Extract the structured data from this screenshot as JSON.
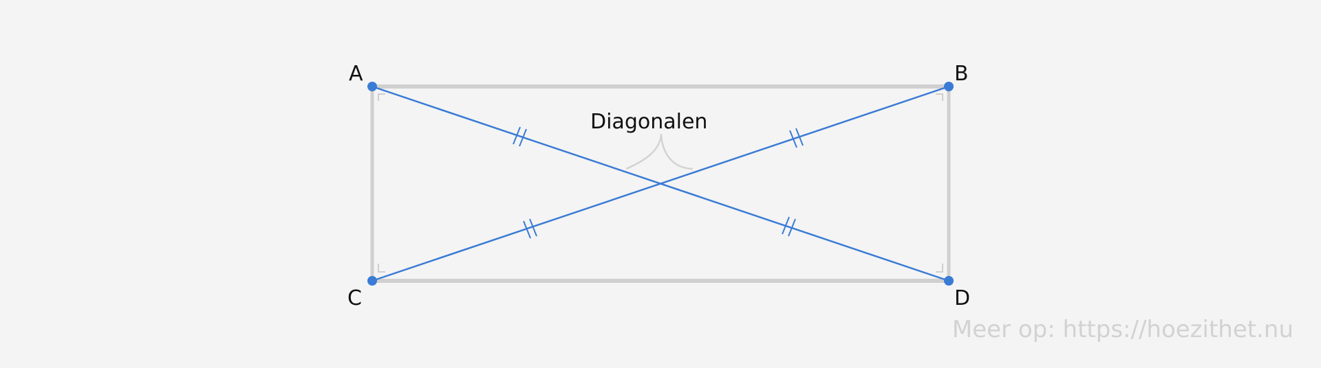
{
  "diagram": {
    "caption": "Diagonalen",
    "vertices": {
      "A": "A",
      "B": "B",
      "C": "C",
      "D": "D"
    },
    "watermark": "Meer op: https://hoezithet.nu"
  },
  "colors": {
    "background": "#f4f4f4",
    "rectangle_edge": "#d0d0d0",
    "diagonal": "#3a7bd5",
    "vertex_point": "#3a7bd5",
    "label_text": "#111111",
    "watermark_text": "#d2d2d2"
  }
}
